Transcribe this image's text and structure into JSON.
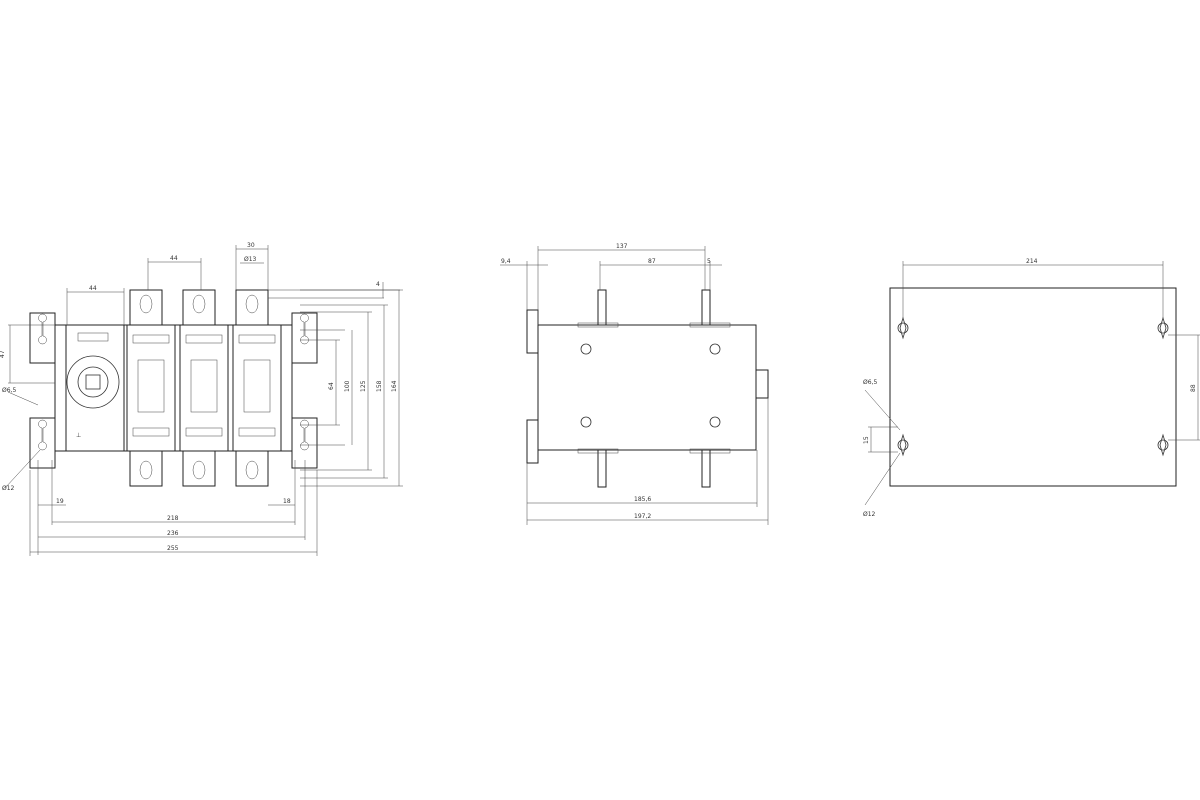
{
  "front_view": {
    "dims": {
      "d44_top": "44",
      "d44_left": "44",
      "d30": "30",
      "d13": "Ø13",
      "d4": "4",
      "d47": "47",
      "d6_5": "Ø6,5",
      "d12": "Ø12",
      "d64": "64",
      "d100": "100",
      "d125": "125",
      "d158": "158",
      "d164": "164",
      "d19": "19",
      "d18": "18",
      "d218": "218",
      "d236": "236",
      "d255": "255"
    }
  },
  "side_view": {
    "dims": {
      "d137": "137",
      "d87": "87",
      "d9_4": "9,4",
      "d5": "5",
      "d185": "185,6",
      "d197": "197,2"
    }
  },
  "mount_view": {
    "dims": {
      "d214": "214",
      "d88": "88",
      "d6_5": "Ø6,5",
      "d12": "Ø12",
      "d15": "15"
    }
  }
}
